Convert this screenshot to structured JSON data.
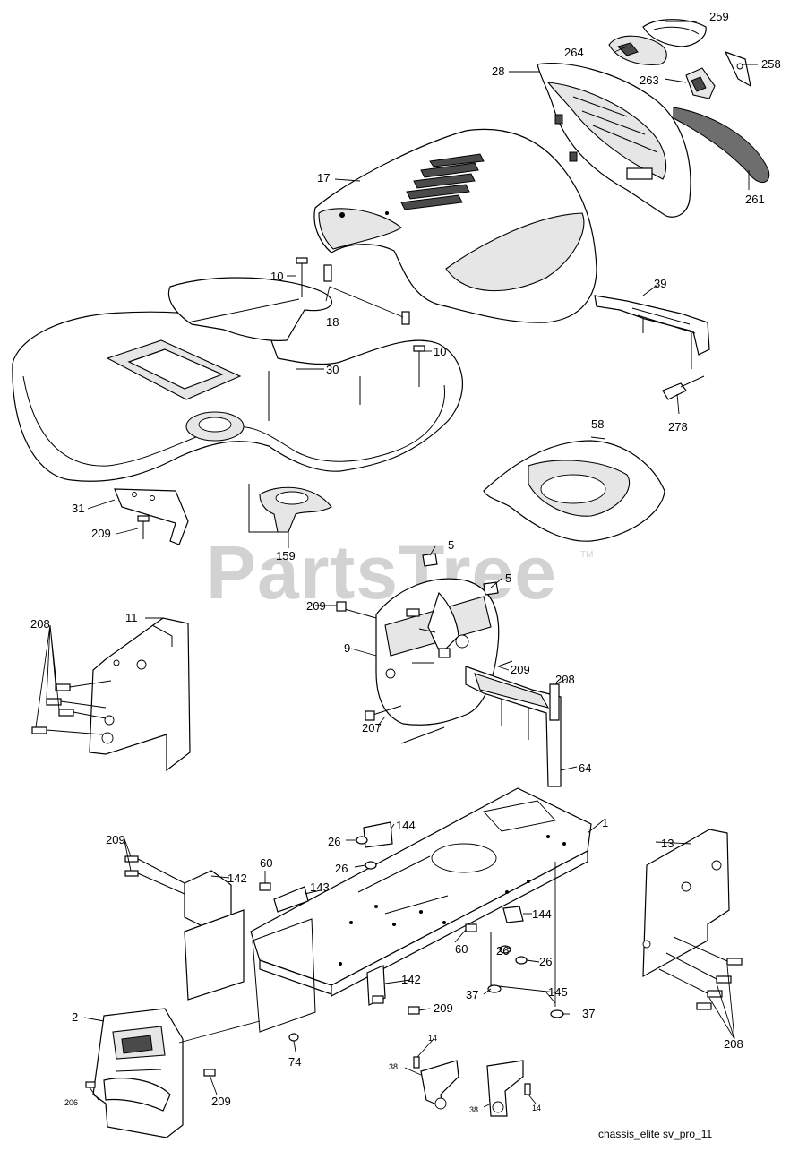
{
  "watermark": {
    "text": "PartsTree",
    "tm": "TM"
  },
  "caption": "chassis_elite sv_pro_11",
  "callouts": {
    "c259": "259",
    "c264": "264",
    "c258": "258",
    "c28": "28",
    "c263": "263",
    "c261": "261",
    "c17": "17",
    "c10a": "10",
    "c18": "18",
    "c10b": "10",
    "c30": "30",
    "c39": "39",
    "c278": "278",
    "c58": "58",
    "c31": "31",
    "c209a": "209",
    "c159": "159",
    "c5a": "5",
    "c5b": "5",
    "c209b": "209",
    "c9": "9",
    "c208a": "208",
    "c11": "11",
    "c209c": "209",
    "c208b": "208",
    "c207": "207",
    "c64": "64",
    "c1": "1",
    "c144a": "144",
    "c26a": "26",
    "c26b": "26",
    "c209d": "209",
    "c142a": "142",
    "c60a": "60",
    "c143": "143",
    "c13": "13",
    "c144b": "144",
    "c60b": "60",
    "c26c": "26",
    "c26d": "26",
    "c142b": "142",
    "c209e": "209",
    "c37a": "37",
    "c145": "145",
    "c37b": "37",
    "c2": "2",
    "c74": "74",
    "c208c": "208",
    "c14a": "14",
    "c38a": "38",
    "c209f": "209",
    "c206": "206",
    "c38b": "38",
    "c14b": "14"
  }
}
